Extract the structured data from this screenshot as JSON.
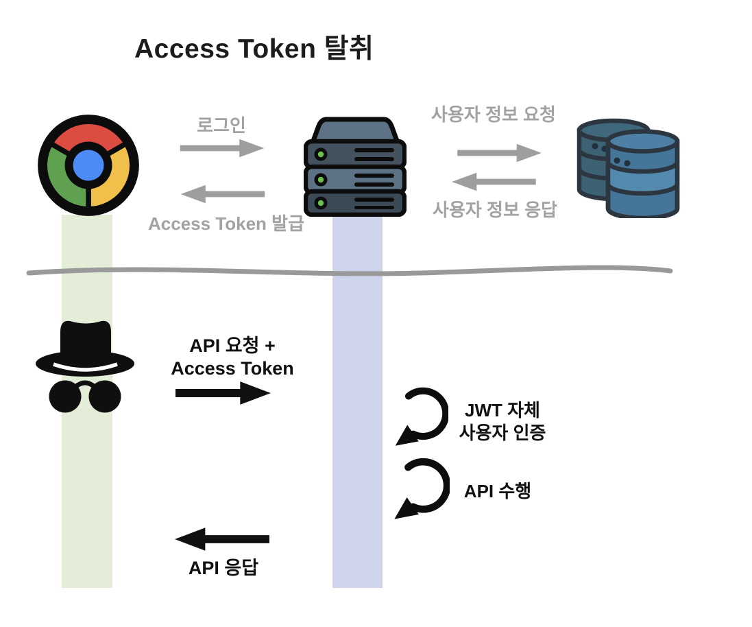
{
  "title": "Access Token 탈취",
  "top_flow": {
    "login_label": "로그인",
    "token_issue_label": "Access Token 발급",
    "user_info_request_label": "사용자 정보 요청",
    "user_info_response_label": "사용자 정보 응답"
  },
  "bottom_flow": {
    "api_request_label_line1": "API 요청 +",
    "api_request_label_line2": "Access Token",
    "jwt_auth_label_line1": "JWT 자체",
    "jwt_auth_label_line2": "사용자 인증",
    "api_execute_label": "API 수행",
    "api_response_label": "API 응답"
  },
  "entities": {
    "browser_icon": "chrome-browser",
    "server_icon": "api-server",
    "database_icon": "database",
    "attacker_icon": "hacker-incognito"
  },
  "colors": {
    "label_gray": "#a2a2a2",
    "arrow_gray": "#9e9e9e",
    "arrow_black": "#101010",
    "divider_gray": "#999999",
    "lane_green": "#e4edd8",
    "lane_blue": "#ced4ec",
    "chrome_red": "#dc4c41",
    "chrome_green": "#5fa150",
    "chrome_yellow": "#f0c04a",
    "chrome_blue": "#4c8bf5",
    "server_slate_dark": "#44525f",
    "server_slate_light": "#5d7284",
    "db_blue_front": "#46759a",
    "db_blue_back": "#3d6274"
  }
}
